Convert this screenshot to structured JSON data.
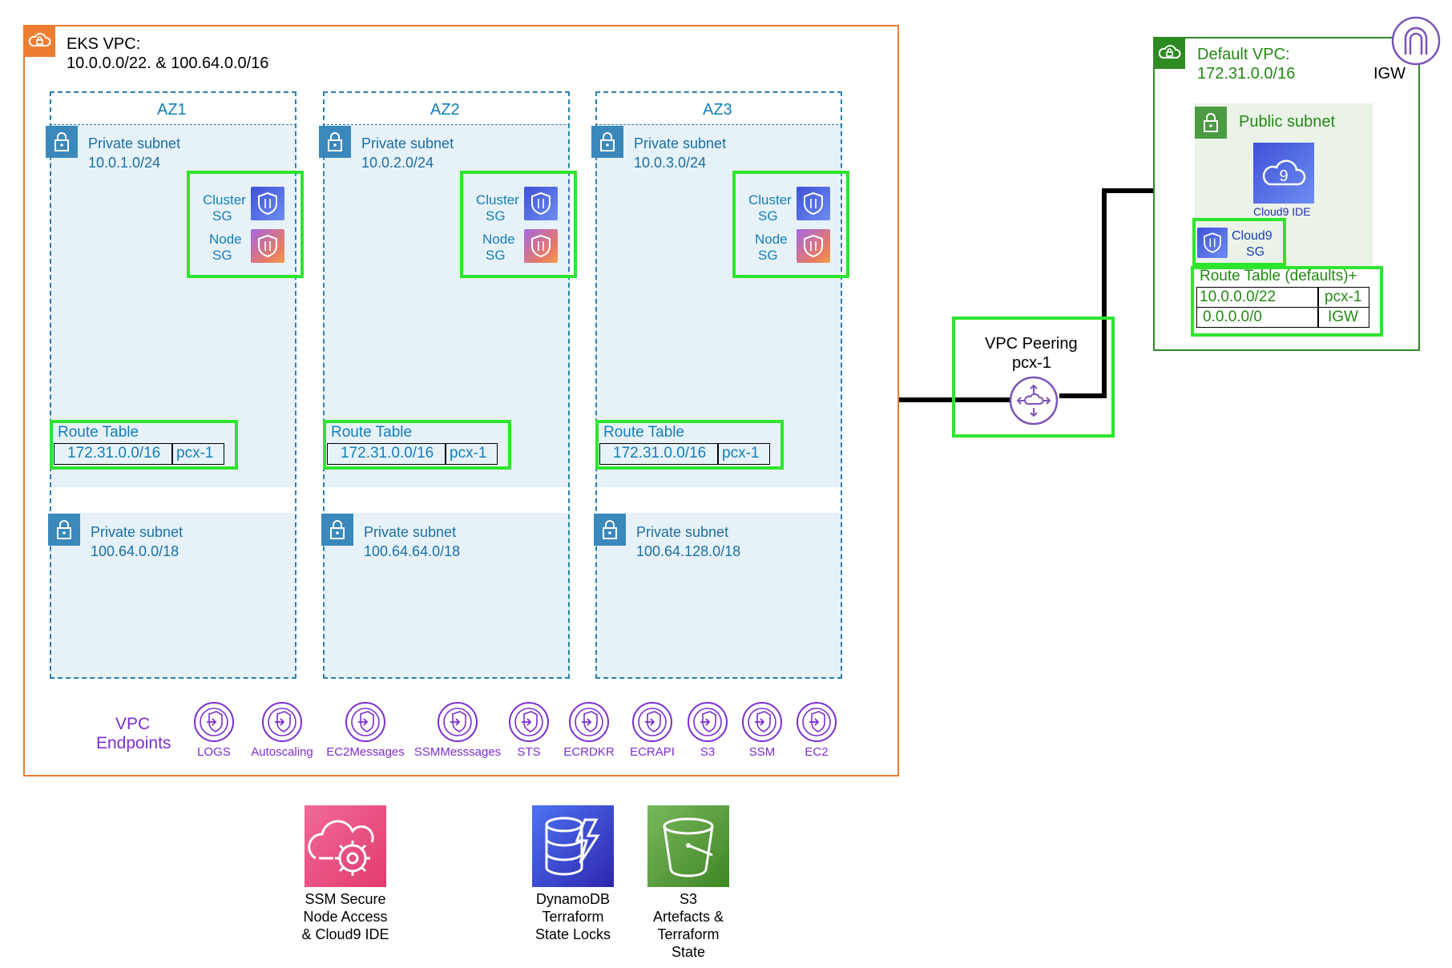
{
  "eks_vpc": {
    "title": "EKS VPC:",
    "cidrs": "10.0.0.0/22. & 100.64.0.0/16"
  },
  "azs": [
    {
      "name": "AZ1",
      "subnet": {
        "label": "Private subnet",
        "cidr": "10.0.1.0/24"
      },
      "cluster_sg": [
        "Cluster",
        "SG"
      ],
      "node_sg": [
        "Node",
        "SG"
      ],
      "route_table": {
        "title": "Route Table",
        "dest": "172.31.0.0/16",
        "target": "pcx-1"
      },
      "subnet2": {
        "label": "Private subnet",
        "cidr": "100.64.0.0/18"
      }
    },
    {
      "name": "AZ2",
      "subnet": {
        "label": "Private subnet",
        "cidr": "10.0.2.0/24"
      },
      "cluster_sg": [
        "Cluster",
        "SG"
      ],
      "node_sg": [
        "Node",
        "SG"
      ],
      "route_table": {
        "title": "Route Table",
        "dest": "172.31.0.0/16",
        "target": "pcx-1"
      },
      "subnet2": {
        "label": "Private subnet",
        "cidr": "100.64.64.0/18"
      }
    },
    {
      "name": "AZ3",
      "subnet": {
        "label": "Private subnet",
        "cidr": "10.0.3.0/24"
      },
      "cluster_sg": [
        "Cluster",
        "SG"
      ],
      "node_sg": [
        "Node",
        "SG"
      ],
      "route_table": {
        "title": "Route Table",
        "dest": "172.31.0.0/16",
        "target": "pcx-1"
      },
      "subnet2": {
        "label": "Private subnet",
        "cidr": "100.64.128.0/18"
      }
    }
  ],
  "endpoints": {
    "title_line1": "VPC",
    "title_line2": "Endpoints",
    "items": [
      "LOGS",
      "Autoscaling",
      "EC2Messages",
      "SSMMesssages",
      "STS",
      "ECRDKR",
      "ECRAPI",
      "S3",
      "SSM",
      "EC2"
    ]
  },
  "peering": {
    "title": "VPC Peering",
    "id": "pcx-1"
  },
  "default_vpc": {
    "title": "Default VPC:",
    "cidr": "172.31.0.0/16",
    "igw": "IGW",
    "public_subnet": "Public subnet",
    "cloud9_ide": "Cloud9 IDE",
    "cloud9_sg": [
      "Cloud9",
      "SG"
    ],
    "route_table": {
      "title": "Route Table (defaults)+",
      "rows": [
        {
          "dest": "10.0.0.0/22",
          "target": "pcx-1"
        },
        {
          "dest": "0.0.0.0/0",
          "target": "IGW"
        }
      ]
    }
  },
  "services": [
    {
      "icon": "ssm-icon",
      "lines": [
        "SSM Secure",
        "Node Access",
        "& Cloud9 IDE"
      ],
      "color": "#e7467c"
    },
    {
      "icon": "dynamodb-icon",
      "lines": [
        "DynamoDB",
        "Terraform",
        "State Locks"
      ],
      "color": "#3b48cc"
    },
    {
      "icon": "s3-bucket-icon",
      "lines": [
        "S3",
        "Artefacts &",
        "Terraform",
        "State"
      ],
      "color": "#60a337"
    }
  ],
  "colors": {
    "eks_border": "#ed7d31",
    "default_vpc_border": "#2e8b22",
    "highlight": "#2ee52e",
    "subnet_blue": "#3b88bd",
    "endpoint_purple": "#7b2fd0"
  }
}
